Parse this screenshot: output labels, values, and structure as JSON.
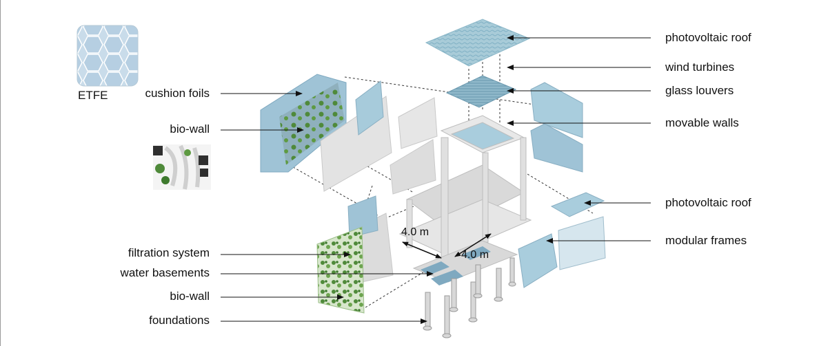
{
  "legend": {
    "etfe": "ETFE"
  },
  "labels_left": {
    "cushion_foils": "cushion foils",
    "bio_wall_top": "bio-wall",
    "filtration_system": "filtration system",
    "water_basements": "water basements",
    "bio_wall_bottom": "bio-wall",
    "foundations": "foundations"
  },
  "labels_right": {
    "photovoltaic_roof_top": "photovoltaic roof",
    "wind_turbines": "wind turbines",
    "glass_louvers": "glass louvers",
    "movable_walls": "movable walls",
    "photovoltaic_roof_side": "photovoltaic roof",
    "modular_frames": "modular frames"
  },
  "dimensions": {
    "width": "4.0 m",
    "depth": "4.0 m"
  },
  "colors": {
    "glass": "#9fc3d6",
    "glass_dark": "#7fa9c0",
    "concrete": "#dcdcdc",
    "greenery": "#4f8a3a",
    "line": "#111111"
  }
}
